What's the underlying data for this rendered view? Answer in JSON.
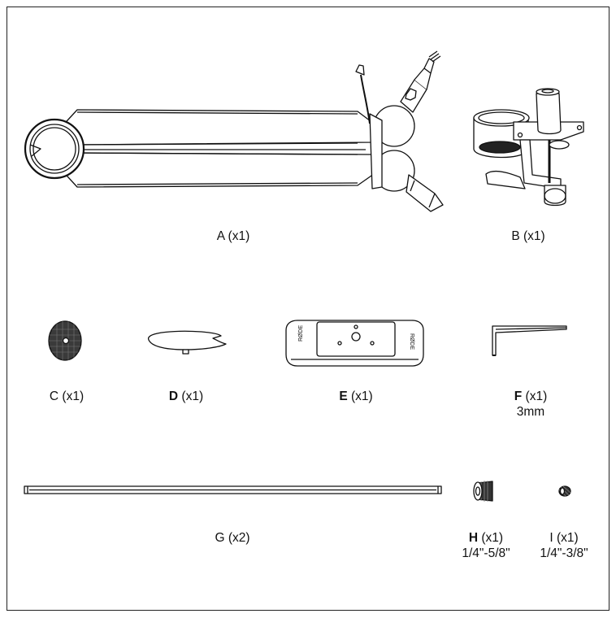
{
  "parts": {
    "A": {
      "letter": "A",
      "qty": "(x1)"
    },
    "B": {
      "letter": "B",
      "qty": "(x1)"
    },
    "C": {
      "letter": "C",
      "qty": "(x1)"
    },
    "D": {
      "letter": "D",
      "qty": "(x1)"
    },
    "E": {
      "letter": "E",
      "qty": "(x1)"
    },
    "F": {
      "letter": "F",
      "qty": "(x1)",
      "spec": "3mm"
    },
    "G": {
      "letter": "G",
      "qty": "(x2)"
    },
    "H": {
      "letter": "H",
      "qty": "(x1)",
      "spec": "1/4\"-5/8\""
    },
    "I": {
      "letter": "I",
      "qty": "(x1)",
      "spec": "1/4\"-3/8\""
    }
  },
  "logo_text": "RØDE"
}
